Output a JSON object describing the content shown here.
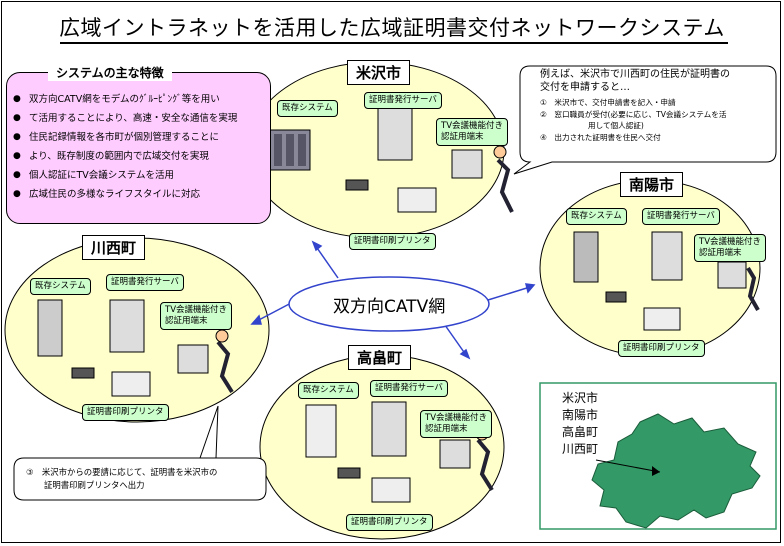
{
  "title": "広域イントラネットを活用した広域証明書交付ネットワークシステム",
  "features": {
    "heading": "システムの主な特徴",
    "items": [
      "双方向CATV網をモデムのｸﾞﾙｰﾋﾟﾝｸﾞ等を用い",
      "て活用することにより、高速・安全な通信を実現",
      "住民記録情報を各市町が個別管理することに",
      "より、既存制度の範囲内で広域交付を実現",
      "個人認証にTV会議システムを活用",
      "広域住民の多様なライフスタイルに対応"
    ]
  },
  "center": "双方向CATV網",
  "labels": {
    "existing": "既存システム",
    "server": "証明書発行サーバ",
    "tv1": "TV会議機能付き",
    "tv2": "認証用端末",
    "printer": "証明書印刷プリンタ"
  },
  "cities": {
    "yonezawa": "米沢市",
    "nanyo": "南陽市",
    "kawanishi": "川西町",
    "takahata": "高畠町"
  },
  "callout_top": {
    "line1": "例えば、米沢市で川西町の住民が証明書の",
    "line2": "交付を申請すると…",
    "step1": "①　米沢市で、交付申請書を記入・申請",
    "step2": "②　窓口職員が受付(必要に応じ、TV会議システムを活",
    "step2b": "用して個人認証)",
    "step4": "④　出力された証明書を住民へ交付"
  },
  "callout_bottom": {
    "line1": "③　米沢市からの要請に応じて、証明書を米沢市の",
    "line2": "証明書印刷プリンタへ出力"
  },
  "map_labels": [
    "米沢市",
    "南陽市",
    "高畠町",
    "川西町"
  ]
}
